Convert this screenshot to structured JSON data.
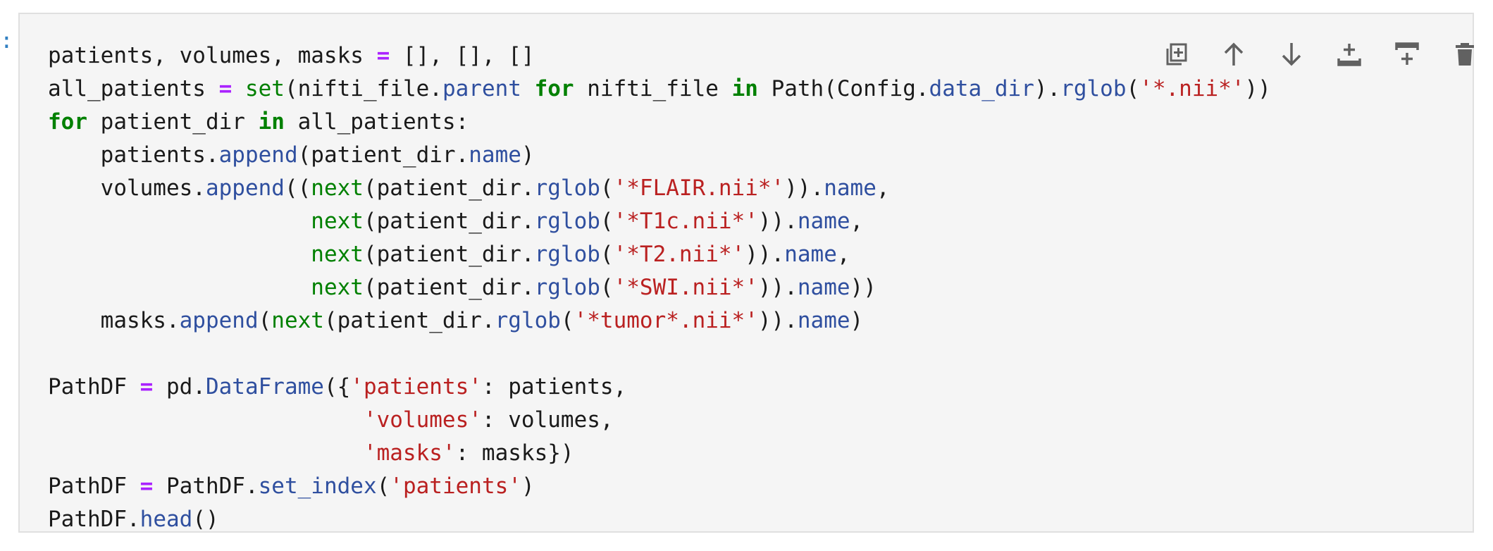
{
  "cell": {
    "prompt": ":",
    "lines": [
      [
        {
          "t": "patients, volumes, masks ",
          "c": "pl"
        },
        {
          "t": "=",
          "c": "op"
        },
        {
          "t": " [], [], []",
          "c": "pl"
        }
      ],
      [
        {
          "t": "all_patients ",
          "c": "pl"
        },
        {
          "t": "=",
          "c": "op"
        },
        {
          "t": " ",
          "c": "pl"
        },
        {
          "t": "set",
          "c": "bi"
        },
        {
          "t": "(nifti_file.",
          "c": "pl"
        },
        {
          "t": "parent",
          "c": "at"
        },
        {
          "t": " ",
          "c": "pl"
        },
        {
          "t": "for",
          "c": "kw"
        },
        {
          "t": " nifti_file ",
          "c": "pl"
        },
        {
          "t": "in",
          "c": "kw"
        },
        {
          "t": " Path(Config.",
          "c": "pl"
        },
        {
          "t": "data_dir",
          "c": "at"
        },
        {
          "t": ").",
          "c": "pl"
        },
        {
          "t": "rglob",
          "c": "at"
        },
        {
          "t": "(",
          "c": "pl"
        },
        {
          "t": "'*.nii*'",
          "c": "st"
        },
        {
          "t": "))",
          "c": "pl"
        }
      ],
      [
        {
          "t": "for",
          "c": "kw"
        },
        {
          "t": " patient_dir ",
          "c": "pl"
        },
        {
          "t": "in",
          "c": "kw"
        },
        {
          "t": " all_patients:",
          "c": "pl"
        }
      ],
      [
        {
          "t": "    patients.",
          "c": "pl"
        },
        {
          "t": "append",
          "c": "at"
        },
        {
          "t": "(patient_dir.",
          "c": "pl"
        },
        {
          "t": "name",
          "c": "at"
        },
        {
          "t": ")",
          "c": "pl"
        }
      ],
      [
        {
          "t": "    volumes.",
          "c": "pl"
        },
        {
          "t": "append",
          "c": "at"
        },
        {
          "t": "((",
          "c": "pl"
        },
        {
          "t": "next",
          "c": "bi"
        },
        {
          "t": "(patient_dir.",
          "c": "pl"
        },
        {
          "t": "rglob",
          "c": "at"
        },
        {
          "t": "(",
          "c": "pl"
        },
        {
          "t": "'*FLAIR.nii*'",
          "c": "st"
        },
        {
          "t": ")).",
          "c": "pl"
        },
        {
          "t": "name",
          "c": "at"
        },
        {
          "t": ",",
          "c": "pl"
        }
      ],
      [
        {
          "t": "                    ",
          "c": "pl"
        },
        {
          "t": "next",
          "c": "bi"
        },
        {
          "t": "(patient_dir.",
          "c": "pl"
        },
        {
          "t": "rglob",
          "c": "at"
        },
        {
          "t": "(",
          "c": "pl"
        },
        {
          "t": "'*T1c.nii*'",
          "c": "st"
        },
        {
          "t": ")).",
          "c": "pl"
        },
        {
          "t": "name",
          "c": "at"
        },
        {
          "t": ",",
          "c": "pl"
        }
      ],
      [
        {
          "t": "                    ",
          "c": "pl"
        },
        {
          "t": "next",
          "c": "bi"
        },
        {
          "t": "(patient_dir.",
          "c": "pl"
        },
        {
          "t": "rglob",
          "c": "at"
        },
        {
          "t": "(",
          "c": "pl"
        },
        {
          "t": "'*T2.nii*'",
          "c": "st"
        },
        {
          "t": ")).",
          "c": "pl"
        },
        {
          "t": "name",
          "c": "at"
        },
        {
          "t": ",",
          "c": "pl"
        }
      ],
      [
        {
          "t": "                    ",
          "c": "pl"
        },
        {
          "t": "next",
          "c": "bi"
        },
        {
          "t": "(patient_dir.",
          "c": "pl"
        },
        {
          "t": "rglob",
          "c": "at"
        },
        {
          "t": "(",
          "c": "pl"
        },
        {
          "t": "'*SWI.nii*'",
          "c": "st"
        },
        {
          "t": ")).",
          "c": "pl"
        },
        {
          "t": "name",
          "c": "at"
        },
        {
          "t": "))",
          "c": "pl"
        }
      ],
      [
        {
          "t": "    masks.",
          "c": "pl"
        },
        {
          "t": "append",
          "c": "at"
        },
        {
          "t": "(",
          "c": "pl"
        },
        {
          "t": "next",
          "c": "bi"
        },
        {
          "t": "(patient_dir.",
          "c": "pl"
        },
        {
          "t": "rglob",
          "c": "at"
        },
        {
          "t": "(",
          "c": "pl"
        },
        {
          "t": "'*tumor*.nii*'",
          "c": "st"
        },
        {
          "t": ")).",
          "c": "pl"
        },
        {
          "t": "name",
          "c": "at"
        },
        {
          "t": ")",
          "c": "pl"
        }
      ],
      [],
      [
        {
          "t": "PathDF ",
          "c": "pl"
        },
        {
          "t": "=",
          "c": "op"
        },
        {
          "t": " pd.",
          "c": "pl"
        },
        {
          "t": "DataFrame",
          "c": "at"
        },
        {
          "t": "({",
          "c": "pl"
        },
        {
          "t": "'patients'",
          "c": "st"
        },
        {
          "t": ": patients,",
          "c": "pl"
        }
      ],
      [
        {
          "t": "                        ",
          "c": "pl"
        },
        {
          "t": "'volumes'",
          "c": "st"
        },
        {
          "t": ": volumes,",
          "c": "pl"
        }
      ],
      [
        {
          "t": "                        ",
          "c": "pl"
        },
        {
          "t": "'masks'",
          "c": "st"
        },
        {
          "t": ": masks})",
          "c": "pl"
        }
      ],
      [
        {
          "t": "PathDF ",
          "c": "pl"
        },
        {
          "t": "=",
          "c": "op"
        },
        {
          "t": " PathDF.",
          "c": "pl"
        },
        {
          "t": "set_index",
          "c": "at"
        },
        {
          "t": "(",
          "c": "pl"
        },
        {
          "t": "'patients'",
          "c": "st"
        },
        {
          "t": ")",
          "c": "pl"
        }
      ],
      [
        {
          "t": "PathDF.",
          "c": "pl"
        },
        {
          "t": "head",
          "c": "at"
        },
        {
          "t": "()",
          "c": "pl"
        }
      ]
    ]
  },
  "toolbar": {
    "icons": [
      "duplicate-icon",
      "arrow-up-icon",
      "arrow-down-icon",
      "insert-below-icon",
      "insert-above-icon",
      "trash-icon"
    ],
    "icon_color": "#616161"
  },
  "colors": {
    "cell_background": "#f5f5f5",
    "cell_border": "#e0e0e0",
    "keyword": "#008000",
    "operator": "#aa22ff",
    "attribute": "#2f4f9f",
    "string": "#ba2121",
    "prompt": "#307fc1"
  }
}
